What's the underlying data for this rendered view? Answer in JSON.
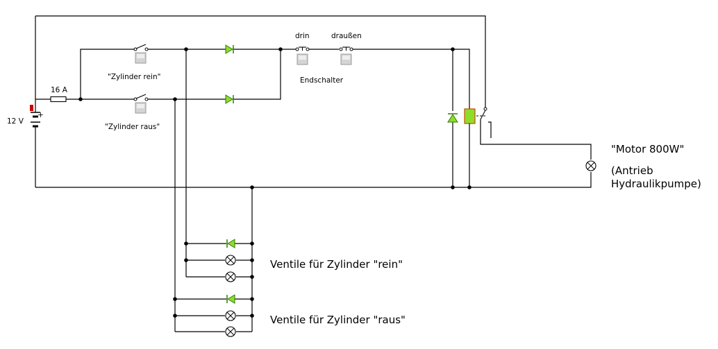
{
  "labels": {
    "fuse": "16 A",
    "battery": "12 V",
    "switch_rein": "\"Zylinder rein\"",
    "switch_raus": "\"Zylinder raus\"",
    "endswitch_drin": "drin",
    "endswitch_draussen": "draußen",
    "endswitch_group": "Endschalter",
    "motor_line1": "\"Motor 800W\"",
    "motor_line2": "(Antrieb",
    "motor_line3": "Hydraulikpumpe)",
    "valves_rein": "Ventile für Zylinder \"rein\"",
    "valves_raus": "Ventile für Zylinder \"raus\"",
    "battery_plus": "+",
    "battery_minus": "-"
  },
  "colors": {
    "wire": "#000000",
    "diode": "#8fdc2b",
    "relay": "#8fdc2b",
    "battery_marker": "#cc0000",
    "button": "#d4d4d4"
  }
}
